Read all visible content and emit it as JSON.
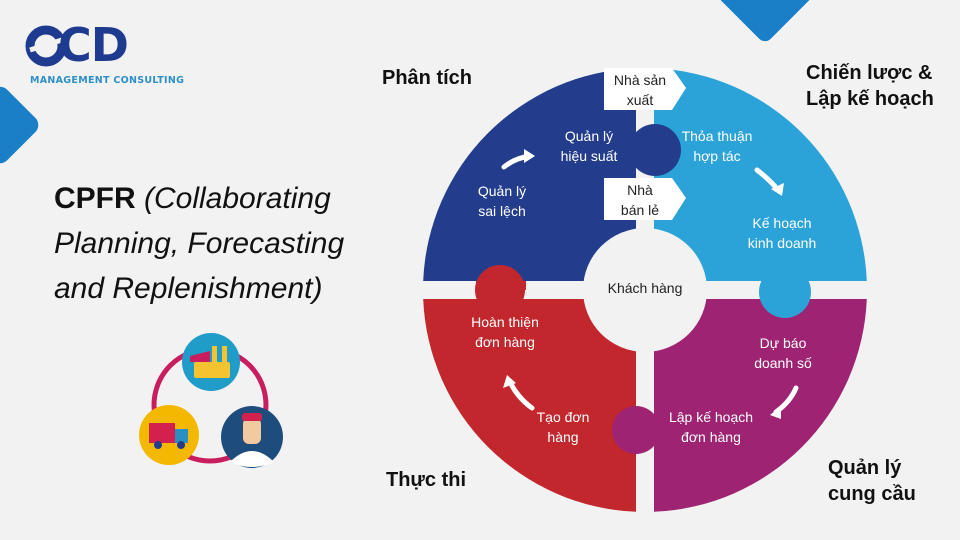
{
  "logo": {
    "text": "CD",
    "subtitle": "MANAGEMENT CONSULTING"
  },
  "title": {
    "bold": "CPFR",
    "italic_1": "(Collaborating",
    "italic_2": "Planning, Forecasting",
    "italic_3": "and Replenishment)"
  },
  "stages": {
    "analysis": "Phân tích",
    "strategy_1": "Chiến lược &",
    "strategy_2": "Lập kế hoạch",
    "execution": "Thực thi",
    "demand_1": "Quản lý",
    "demand_2": "cung cầu"
  },
  "center": "Khách hàng",
  "tags": {
    "manufacturer_1": "Nhà sản",
    "manufacturer_2": "xuất",
    "retailer_1": "Nhà",
    "retailer_2": "bán lẻ"
  },
  "steps": {
    "tl_1": [
      "Quản lý",
      "hiệu suất"
    ],
    "tl_2": [
      "Quản lý",
      "sai lệch"
    ],
    "tr_1": [
      "Thỏa thuận",
      "hợp tác"
    ],
    "tr_2": [
      "Kế hoạch",
      "kinh doanh"
    ],
    "br_1": [
      "Dự báo",
      "doanh số"
    ],
    "br_2": [
      "Lập kế hoạch",
      "đơn hàng"
    ],
    "bl_1": [
      "Tạo đơn",
      "hàng"
    ],
    "bl_2": [
      "Hoàn thiện",
      "đơn hàng"
    ]
  },
  "colors": {
    "analysis": "#233d8c",
    "strategy": "#2ba3d9",
    "demand": "#9e2372",
    "execution": "#c1272d",
    "background": "#f2f2f2",
    "accent": "#1b7fc8"
  },
  "icons": [
    "factory-icon",
    "truck-icon",
    "customer-icon"
  ]
}
